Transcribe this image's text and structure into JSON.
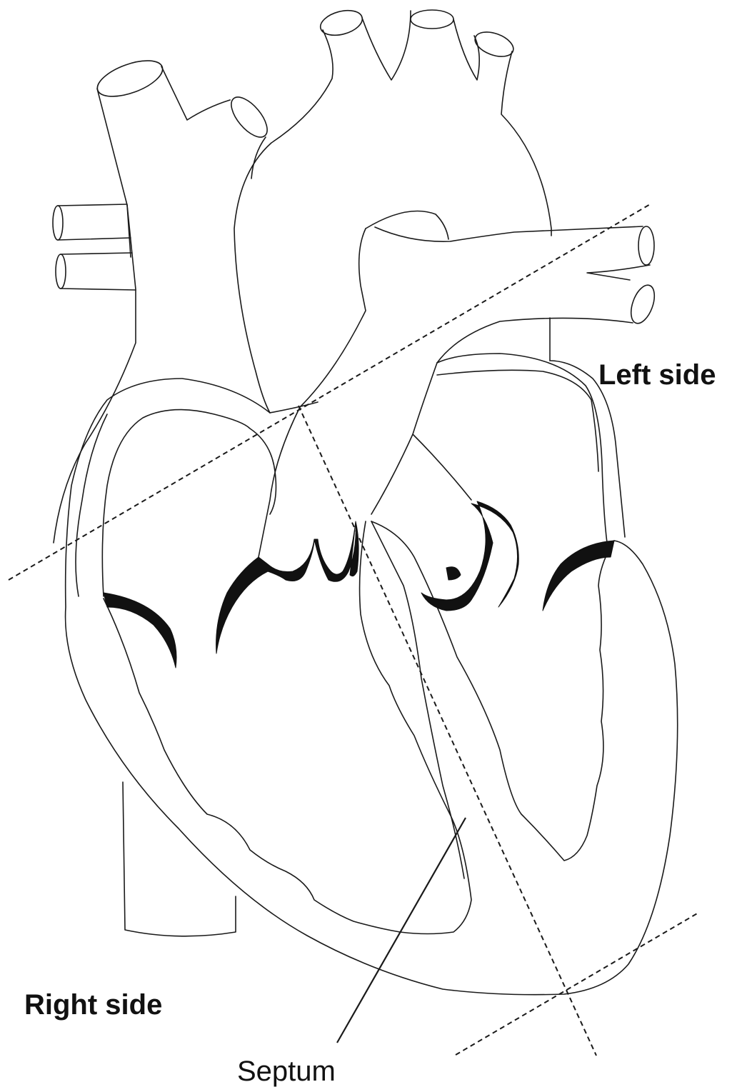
{
  "labels": {
    "left_side": "Left side",
    "right_side": "Right side",
    "septum": "Septum"
  },
  "colors": {
    "line": "#1a1a1a",
    "valve_fill": "#111111",
    "background": "#ffffff"
  }
}
